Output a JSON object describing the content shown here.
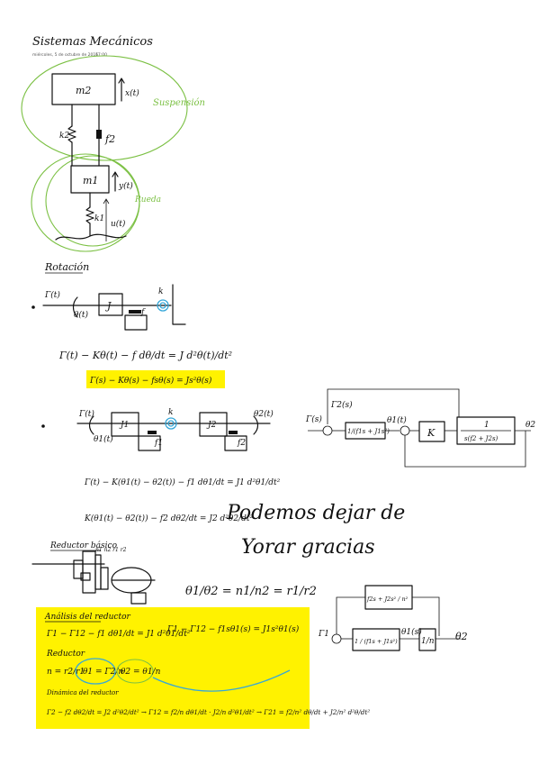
{
  "header": {
    "title": "Sistemas Mecánicos",
    "date": "miércoles, 5 de octubre de 2016",
    "time": "17:00"
  },
  "suspension": {
    "label_suspension": "Suspensión",
    "label_wheel": "Rueda",
    "m2": "m2",
    "m1": "m1",
    "k2": "k2",
    "f2": "f2",
    "k1": "k1",
    "xt": "x(t)",
    "yt": "y(t)",
    "ut": "u(t)"
  },
  "rotation": {
    "heading": "Rotación",
    "gamma": "Γ(t)",
    "theta": "θ(t)",
    "J": "J",
    "f": "f",
    "k": "k",
    "eq1": "Γ(t) − Kθ(t) − f dθ/dt = J d²θ(t)/dt²",
    "eq2": "Γ(s) − Kθ(s) − fsθ(s) = Js²θ(s)"
  },
  "two_mass": {
    "gamma": "Γ(t)",
    "theta1": "θ1(t)",
    "theta2": "θ2(t)",
    "J1": "J1",
    "J2": "J2",
    "f1": "f1",
    "f2": "f2",
    "k": "k",
    "eq1": "Γ(t) − K(θ1(t) − θ2(t)) − f1 dθ1/dt = J1 d²θ1/dt²",
    "eq2": "K(θ1(t) − θ2(t)) − f2 dθ2/dt = J2 d²θ2/dt²"
  },
  "block1": {
    "in": "Γ(s)",
    "fb": "Γ2(s)",
    "b1": "1/(f1s + J1s²)",
    "theta": "θ1(t)",
    "b2": "K",
    "b3n": "1",
    "b3d": "s(f2 + J2s)",
    "out": "θ2"
  },
  "handwritten": {
    "line1": "Podemos dejar de",
    "line2": "Yorar gracias"
  },
  "reducer": {
    "heading": "Reductor básico",
    "labels": "n1 n2 r1 r2",
    "ratio": "θ1/θ2 = n1/n2 = r1/r2"
  },
  "block2": {
    "in": "Γ1",
    "fb": "f2s + J2s² / n²",
    "fwd": "1 / (f1s + J1s²)",
    "theta": "θ1(s)",
    "gain": "1/n",
    "out": "θ2"
  },
  "analysis": {
    "heading": "Análisis del reductor",
    "eq1": "Γ1 − Γ12 − f1 dθ1/dt = J1 d²θ1/dt²",
    "eq2": "Γ1 − Γ12 − f1sθ1(s) = J1s²θ1(s)",
    "sub1": "Reductor",
    "eq3": "n = r2/r1",
    "eq4": "θ1 = Γ2/n",
    "eq5": "θ2 = θ1/n",
    "sub2": "Dinámica del reductor",
    "eq6": "Γ2 − f2 dθ2/dt = J2 d²θ2/dt² → Γ12 = f2/n dθ1/dt · J2/n d²θ1/dt² → Γ21 = f2/n² dθ/dt + J2/n² d²θ/dt²"
  }
}
